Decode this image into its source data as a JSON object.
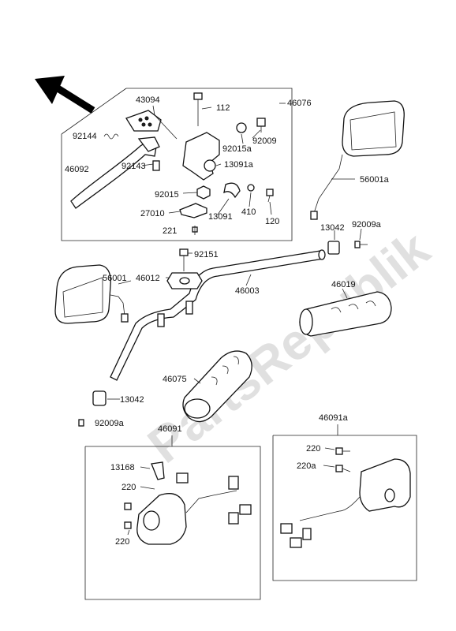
{
  "watermark": "PartsRepublik",
  "labels": {
    "p43094": "43094",
    "p112": "112",
    "p46076": "46076",
    "p92144": "92144",
    "p92015a": "92015a",
    "p92009": "92009",
    "p46092": "46092",
    "p92143": "92143",
    "p13091a": "13091a",
    "p56001a": "56001a",
    "p92015": "92015",
    "p27010": "27010",
    "p13091": "13091",
    "p410": "410",
    "p120": "120",
    "p221": "221",
    "p13042a": "13042",
    "p92009a_r": "92009a",
    "p92151": "92151",
    "p56001": "56001",
    "p46012": "46012",
    "p46003": "46003",
    "p46019": "46019",
    "p46075": "46075",
    "p13042b": "13042",
    "p92009a_l": "92009a",
    "p46091a": "46091a",
    "p46091": "46091",
    "p220_r": "220",
    "p220a": "220a",
    "p13168": "13168",
    "p220_l1": "220",
    "p220_l2": "220"
  }
}
